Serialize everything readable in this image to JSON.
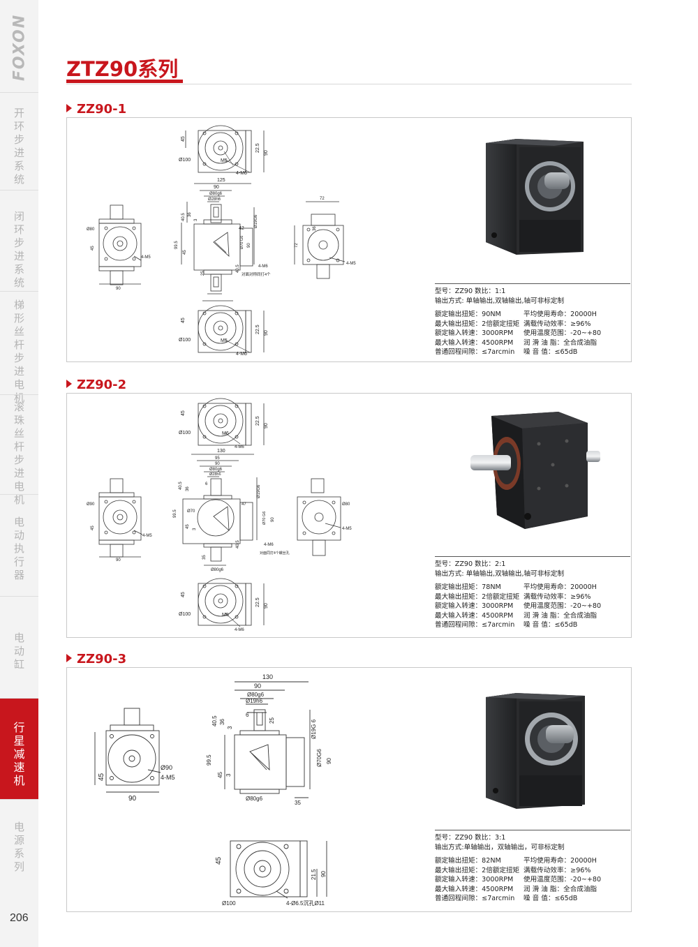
{
  "brand": "FOXON",
  "page_number": "206",
  "series_title": "ZTZ90系列",
  "sidebar": {
    "items": [
      {
        "label": "开环步进系统",
        "active": false
      },
      {
        "label": "闭环步进系统",
        "active": false
      },
      {
        "label": "梯形丝杆步进电机",
        "active": false
      },
      {
        "label": "滚珠丝杆步进电机",
        "active": false
      },
      {
        "label": "电动执行器",
        "active": false
      },
      {
        "label": "电动缸",
        "active": false
      },
      {
        "label": "行星减速机",
        "active": true
      },
      {
        "label": "电源系列",
        "active": false
      }
    ]
  },
  "colors": {
    "accent": "#c8161d",
    "sidebar_bg": "#f3f3f3",
    "sidebar_text": "#b4b4b4"
  },
  "sections": [
    {
      "title": "ZZ90-1",
      "specs": {
        "model": "型号：ZZ90    数比：1:1",
        "output": "输出方式: 单轴输出,双轴输出,轴可非标定制",
        "rows": [
          {
            "left": "额定输出扭矩：90NM",
            "right": "平均使用寿命：20000H"
          },
          {
            "left": "最大输出扭矩：2倍额定扭矩",
            "right": "满载传动效率：≥96%"
          },
          {
            "left": "额定输入转速：3000RPM",
            "right": "使用温度范围：-20~+80"
          },
          {
            "left": "最大输入转速：4500RPM",
            "right": "润 滑 油 脂：全合成油脂"
          },
          {
            "left": "普通回程间隙：≤7arcmin",
            "right": "噪    音    值：≤65dB"
          }
        ]
      },
      "dims": {
        "top_45": "45",
        "top_d100": "Ø100",
        "top_m5": "M5",
        "top_4m6": "4-M6",
        "top_225": "22.5",
        "top_90": "90",
        "m_125": "125",
        "m_90": "90",
        "m_80g6": "Ø80g6",
        "m_28h6": "Ø28h6",
        "m_405": "40.5",
        "m_36": "36",
        "m_3": "3",
        "m_42": "42",
        "m_19g6": "Ø19G6",
        "m_995": "99.5",
        "m_45": "45",
        "m_70g6": "Ø70 G6",
        "m_m90": "90",
        "m_4m6": "4-M6",
        "m_note": "对面对称同打4个",
        "m_25": "25",
        "m_b405": "40.5",
        "l_d80": "Ø80",
        "l_45": "45",
        "l_4m5": "4-M5",
        "l_90": "90",
        "r_72": "72",
        "r_36": "36",
        "r_72b": "72",
        "r_4m5": "4-M5",
        "b_45": "45",
        "b_d100": "Ø100",
        "b_m5": "M5",
        "b_4m6": "4-M6",
        "b_225": "22.5",
        "b_90": "90"
      }
    },
    {
      "title": "ZZ90-2",
      "specs": {
        "model": "型号：ZZ90    数比：2:1",
        "output": "输出方式: 单轴输出,双轴输出,轴可非标定制",
        "rows": [
          {
            "left": "额定输出扭矩：78NM",
            "right": "平均使用寿命：20000H"
          },
          {
            "left": "最大输出扭矩：2倍额定扭矩",
            "right": "满载传动效率：≥96%"
          },
          {
            "left": "额定输入转速：3000RPM",
            "right": "使用温度范围：-20~+80"
          },
          {
            "left": "最大输入转速：4500RPM",
            "right": "润 滑 油 脂：全合成油脂"
          },
          {
            "left": "普通回程间隙：≤7arcmin",
            "right": "噪    音    值：≤65dB"
          }
        ]
      },
      "dims": {
        "top_45": "45",
        "top_d100": "Ø100",
        "top_m6": "M6",
        "top_4m6": "4-M6",
        "top_225": "22.5",
        "top_90": "90",
        "m_130": "130",
        "m_95": "95",
        "m_90": "90",
        "m_80g6": "Ø80g6",
        "m_28h6": "Ø28h6",
        "m_405": "40.5",
        "m_36": "36",
        "m_6": "6",
        "m_19g6": "Ø19G6",
        "m_47": "47",
        "m_d70": "Ø70",
        "m_995": "99.5",
        "m_45": "45",
        "m_3": "3",
        "m_70g6": "Ø70 G6",
        "m_m90": "90",
        "m_4m6": "4-M6",
        "m_note": "对面同打4个螺丝孔",
        "m_b405": "40.5",
        "m_35": "35",
        "m_b80g6": "Ø80g6",
        "l_d90": "Ø90",
        "l_45": "45",
        "l_4m5": "4-M5",
        "l_90": "90",
        "r_d80": "Ø80",
        "r_4m5": "4-M5",
        "b_45": "45",
        "b_d100": "Ø100",
        "b_m5": "M5",
        "b_4m6": "4-M6",
        "b_225": "22.5",
        "b_90": "90"
      }
    },
    {
      "title": "ZZ90-3",
      "specs": {
        "model": "型号：ZZ90    数比：3:1",
        "output": "输出方式:单轴输出，双轴输出，可非标定制",
        "rows": [
          {
            "left": "额定输出扭矩：82NM",
            "right": "平均使用寿命：20000H"
          },
          {
            "left": "最大输出扭矩：2倍额定扭矩",
            "right": "满载传动效率：≥96%"
          },
          {
            "left": "额定输入转速：3000RPM",
            "right": "使用温度范围：-20~+80"
          },
          {
            "left": "最大输入转速：4500RPM",
            "right": "润 滑 油 脂：全合成油脂"
          },
          {
            "left": "普通回程间隙：≤7arcmin",
            "right": "噪    音    值：≤65dB"
          }
        ]
      },
      "dims": {
        "m_130": "130",
        "m_90": "90",
        "m_80g6": "Ø80g6",
        "m_19h6": "Ø19h6",
        "m_405": "40.5",
        "m_36": "36",
        "m_3": "3",
        "m_6": "6",
        "m_25": "25",
        "m_19g6": "Ø19G 6",
        "m_995": "99.5",
        "m_45": "45",
        "m_70g6": "Ø70G6",
        "m_m90": "90",
        "m_b80g6": "Ø80g6",
        "m_35": "35",
        "l_45": "45",
        "l_d90": "Ø90",
        "l_4m5": "4-M5",
        "l_90": "90",
        "b_45": "45",
        "b_d100": "Ø100",
        "b_215": "21.5",
        "b_90": "90",
        "b_note": "4-Ø6.5沉孔Ø11"
      }
    }
  ]
}
